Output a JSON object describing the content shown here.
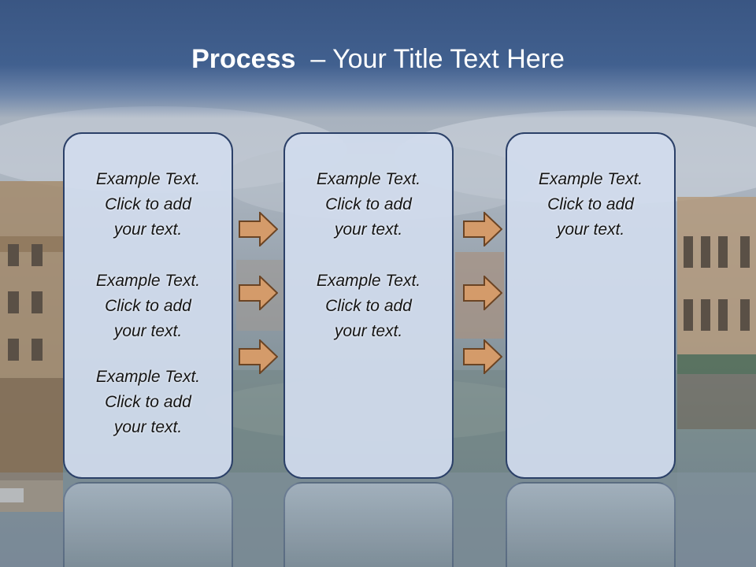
{
  "slide": {
    "title_bold": "Process",
    "title_rest": "– Your Title Text Here"
  },
  "boxes": [
    {
      "items": [
        "Example Text.\nClick  to add\nyour text.",
        "Example Text.\nClick  to add\nyour text.",
        "Example Text.\nClick  to add\nyour text."
      ]
    },
    {
      "items": [
        "Example Text.\nClick  to add\nyour text.",
        "Example Text.\nClick  to add\nyour text."
      ]
    },
    {
      "items": [
        "Example Text.\nClick  to add\nyour text."
      ]
    }
  ],
  "colors": {
    "header": "#3a5683",
    "box_fill": "#d1dbed",
    "box_border": "#2b4068",
    "arrow_fill": "#d49b6a",
    "arrow_stroke": "#6b4424"
  }
}
